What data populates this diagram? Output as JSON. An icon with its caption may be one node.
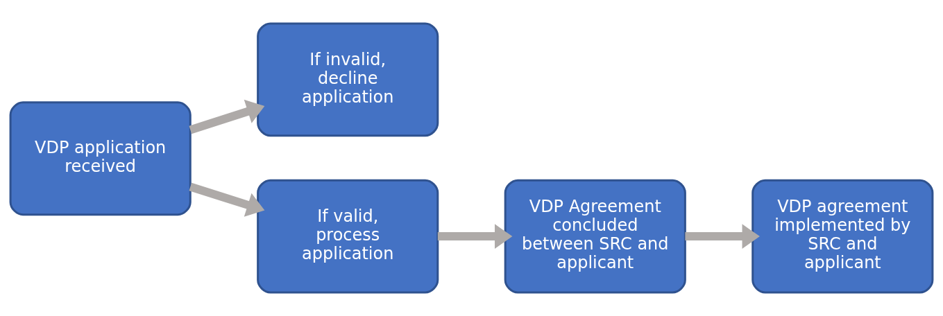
{
  "diagram": {
    "nodes": [
      {
        "text": [
          "VDP application received"
        ]
      },
      {
        "text": [
          "If invalid, decline application"
        ]
      },
      {
        "text": [
          "If valid, process application"
        ]
      },
      {
        "text": [
          "VDP Agreement concluded between SRC and applicant"
        ]
      },
      {
        "text": [
          "VDP agreement implemented by SRC and applicant"
        ]
      }
    ],
    "edges": [
      {
        "from": 0,
        "to": 1,
        "arrow": "to"
      },
      {
        "from": 0,
        "to": 2,
        "arrow": "to"
      },
      {
        "from": 2,
        "to": 3,
        "arrow": "to"
      },
      {
        "from": 3,
        "to": 4,
        "arrow": "to"
      }
    ]
  }
}
